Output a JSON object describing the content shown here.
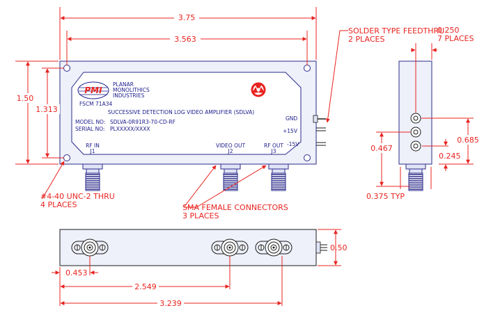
{
  "dimensions": {
    "overall_length": "3.75",
    "hole_spacing": "3.563",
    "overall_height": "1.50",
    "hole_height": "1.313",
    "feedthru_spacing": "0.250",
    "feedthru_places": "7 PLACES",
    "side_hole_1": "0.467",
    "side_hole_2": "0.685",
    "side_hole_3": "0.245",
    "side_typ": "0.375 TYP",
    "bottom_height": "0.50",
    "bottom_j1": "0.453",
    "bottom_j2": "2.549",
    "bottom_j3": "3.239"
  },
  "notes": {
    "feedthru_line1": "SOLDER TYPE FEEDTHRU",
    "feedthru_line2": "2 PLACES",
    "mount_line1": "#4-40 UNC-2 THRU",
    "mount_line2": "4 PLACES",
    "sma_line1": "SMA FEMALE CONNECTORS",
    "sma_line2": "3 PLACES"
  },
  "label": {
    "logo_text": "PMI",
    "company_line1": "PLANAR",
    "company_line2": "MONOLITHICS",
    "company_line3": "INDUSTRIES",
    "fscm": "FSCM 71A34",
    "title": "SUCCESSIVE DETECTION LOG VIDEO AMPLIFIER (SDLVA)",
    "model_label": "MODEL NO:",
    "model_value": "SDLVA-0R91R3-70-CD-RF",
    "serial_label": "SERIAL NO:",
    "serial_value": "PLXXXXX/XXXX"
  },
  "ports": {
    "gnd": "GND",
    "plus15": "+15V",
    "minus15": "-15V",
    "rf_in": "RF IN",
    "j1": "J1",
    "video_out": "VIDEO OUT",
    "j2": "J2",
    "rf_out": "RF OUT",
    "j3": "J3"
  },
  "colors": {
    "dimension": "#e8231f",
    "body_fill": "#eef0fa",
    "outline": "#2a2a8a",
    "label_text": "#1a1a8c"
  }
}
